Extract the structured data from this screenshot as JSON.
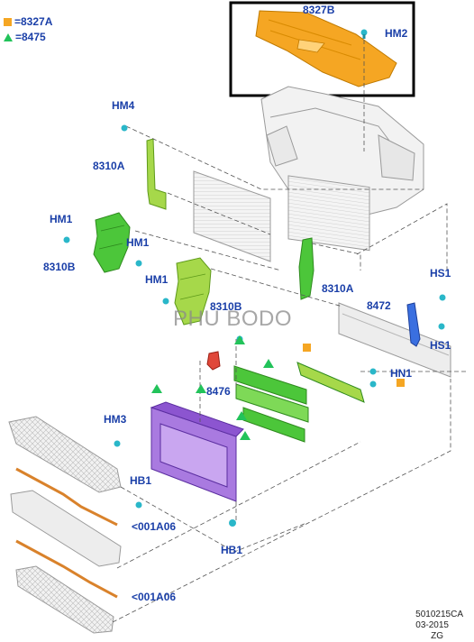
{
  "legend": [
    {
      "marker": "orange-square",
      "label": "=8327A",
      "color": "#f5a623"
    },
    {
      "marker": "green-triangle",
      "label": "=8475",
      "color": "#22c35a"
    }
  ],
  "callouts": {
    "c8327B": "8327B",
    "hm2": "HM2",
    "hm4": "HM4",
    "c8310A_left": "8310A",
    "hm1_a": "HM1",
    "hm1_b": "HM1",
    "c8310B_left": "8310B",
    "hm1_c": "HM1",
    "c8310B_center": "8310B",
    "c8310A_right": "8310A",
    "hs1_top": "HS1",
    "c8472": "8472",
    "hs1_bottom": "HS1",
    "c8476": "8476",
    "hn1": "HN1",
    "hm3": "HM3",
    "hb1_left": "HB1",
    "a001_top": "<001A06",
    "hb1_bottom": "HB1",
    "a001_bottom": "<001A06"
  },
  "watermark": "PHU BODO",
  "reference": {
    "code": "5010215CA",
    "date": "03-2015",
    "suffix": "ZG"
  },
  "colors": {
    "label": "#1a3fa8",
    "orange_part": "#f5a623",
    "green_part": "#4cc63a",
    "purple_part": "#9b66d6",
    "highlight_box": "#000000"
  }
}
